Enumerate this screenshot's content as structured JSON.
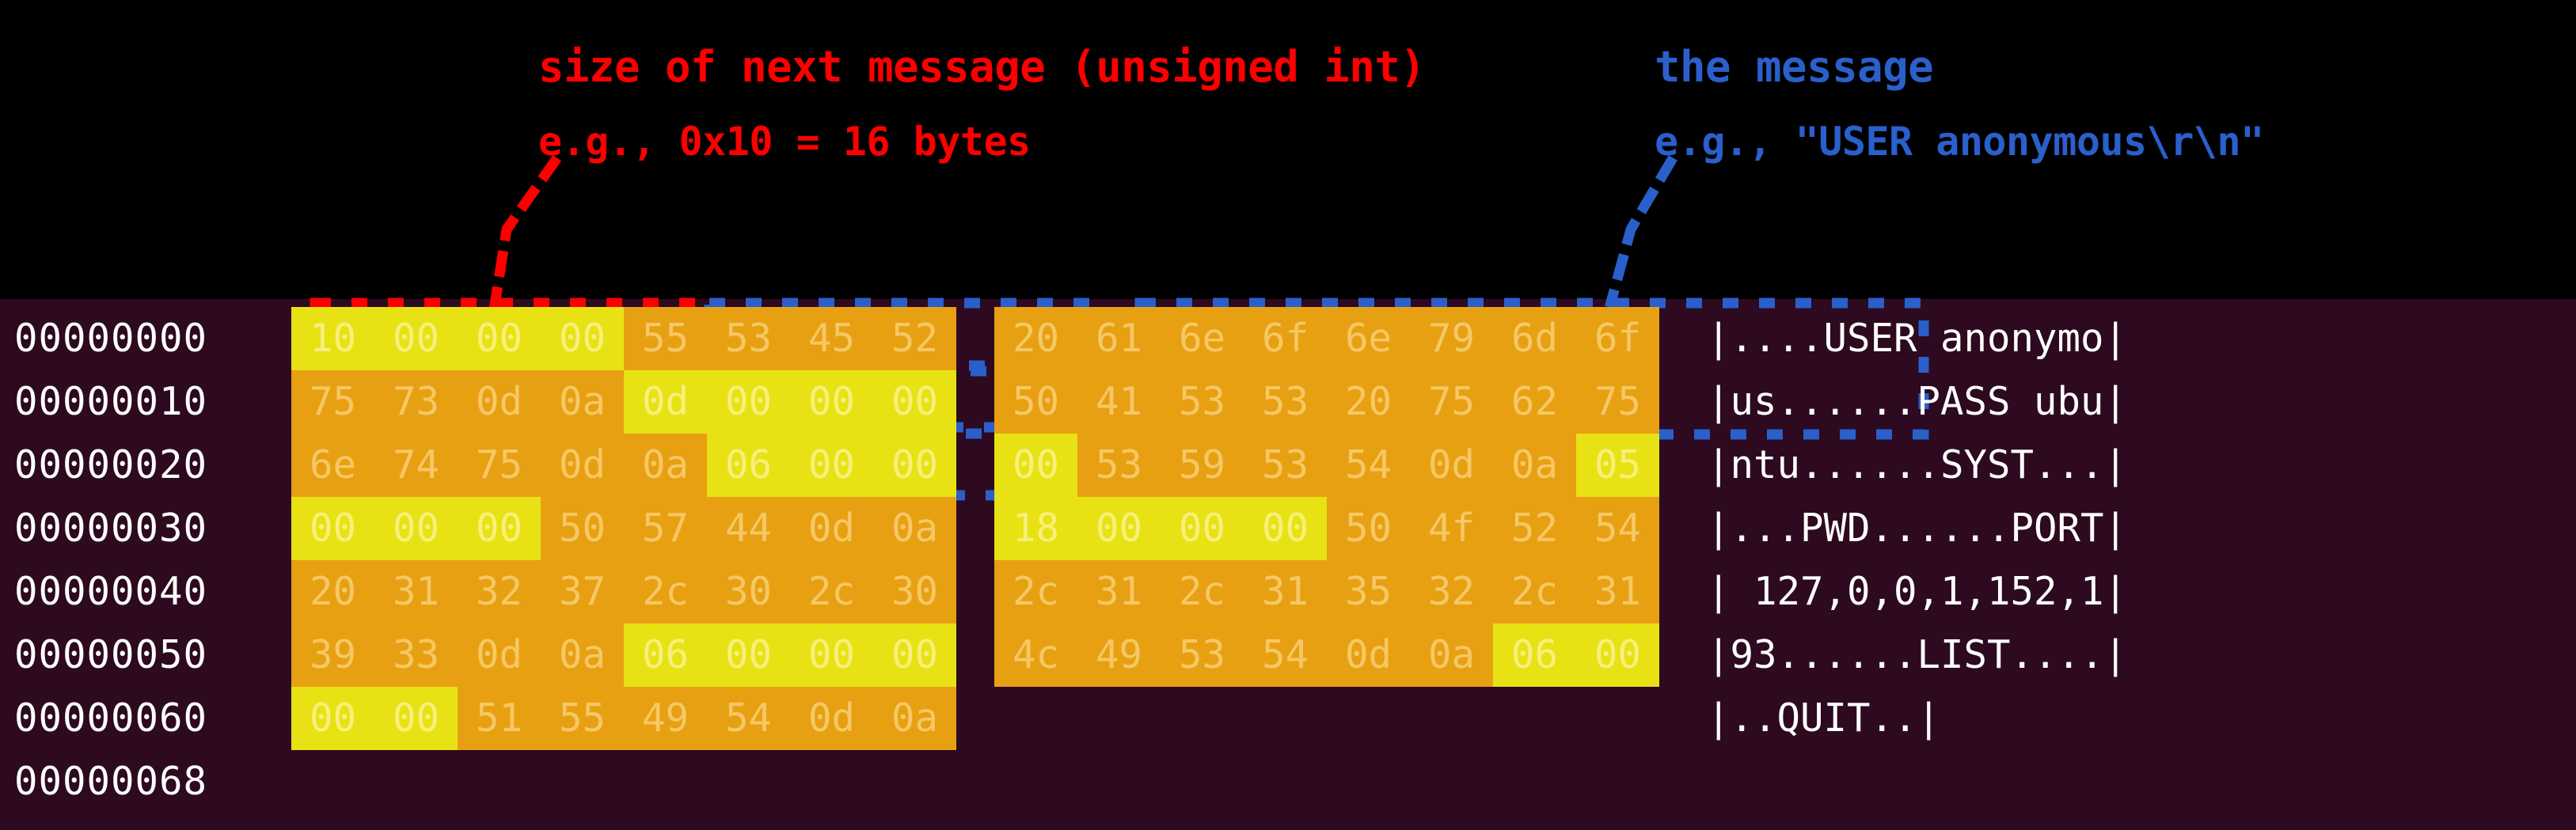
{
  "annotations": {
    "length_note": {
      "line1": "size of next message (unsigned int)",
      "line2": "e.g., 0x10 = 16 bytes",
      "color": "#ff0000"
    },
    "message_note": {
      "line1": "the message",
      "line2": "e.g., \"USER anonymous\\r\\n\"",
      "color": "#2a5fcc"
    }
  },
  "colors": {
    "background": "#2d0a1f",
    "top_background": "#000000",
    "length_highlight": "#e8e215",
    "length_text": "#f7f07a",
    "message_highlight": "#e8a013",
    "message_text": "#f6c865",
    "offset_text": "#ffffff",
    "ascii_text": "#ffffff",
    "red_annotation": "#ff0000",
    "blue_annotation": "#2a5fcc"
  },
  "hexdump": {
    "rows": [
      {
        "offset": "00000000",
        "bytes_left": [
          "10",
          "00",
          "00",
          "00",
          "55",
          "53",
          "45",
          "52"
        ],
        "marks_left": [
          "len",
          "len",
          "len",
          "len",
          "msg",
          "msg",
          "msg",
          "msg"
        ],
        "bytes_right": [
          "20",
          "61",
          "6e",
          "6f",
          "6e",
          "79",
          "6d",
          "6f"
        ],
        "marks_right": [
          "msg",
          "msg",
          "msg",
          "msg",
          "msg",
          "msg",
          "msg",
          "msg"
        ],
        "ascii": "|....USER anonymo|"
      },
      {
        "offset": "00000010",
        "bytes_left": [
          "75",
          "73",
          "0d",
          "0a",
          "0d",
          "00",
          "00",
          "00"
        ],
        "marks_left": [
          "msg",
          "msg",
          "msg",
          "msg",
          "len",
          "len",
          "len",
          "len"
        ],
        "bytes_right": [
          "50",
          "41",
          "53",
          "53",
          "20",
          "75",
          "62",
          "75"
        ],
        "marks_right": [
          "msg",
          "msg",
          "msg",
          "msg",
          "msg",
          "msg",
          "msg",
          "msg"
        ],
        "ascii": "|us......PASS ubu|"
      },
      {
        "offset": "00000020",
        "bytes_left": [
          "6e",
          "74",
          "75",
          "0d",
          "0a",
          "06",
          "00",
          "00"
        ],
        "marks_left": [
          "msg",
          "msg",
          "msg",
          "msg",
          "msg",
          "len",
          "len",
          "len"
        ],
        "bytes_right": [
          "00",
          "53",
          "59",
          "53",
          "54",
          "0d",
          "0a",
          "05"
        ],
        "marks_right": [
          "len",
          "msg",
          "msg",
          "msg",
          "msg",
          "msg",
          "msg",
          "len"
        ],
        "ascii": "|ntu......SYST...|"
      },
      {
        "offset": "00000030",
        "bytes_left": [
          "00",
          "00",
          "00",
          "50",
          "57",
          "44",
          "0d",
          "0a"
        ],
        "marks_left": [
          "len",
          "len",
          "len",
          "msg",
          "msg",
          "msg",
          "msg",
          "msg"
        ],
        "bytes_right": [
          "18",
          "00",
          "00",
          "00",
          "50",
          "4f",
          "52",
          "54"
        ],
        "marks_right": [
          "len",
          "len",
          "len",
          "len",
          "msg",
          "msg",
          "msg",
          "msg"
        ],
        "ascii": "|...PWD......PORT|"
      },
      {
        "offset": "00000040",
        "bytes_left": [
          "20",
          "31",
          "32",
          "37",
          "2c",
          "30",
          "2c",
          "30"
        ],
        "marks_left": [
          "msg",
          "msg",
          "msg",
          "msg",
          "msg",
          "msg",
          "msg",
          "msg"
        ],
        "bytes_right": [
          "2c",
          "31",
          "2c",
          "31",
          "35",
          "32",
          "2c",
          "31"
        ],
        "marks_right": [
          "msg",
          "msg",
          "msg",
          "msg",
          "msg",
          "msg",
          "msg",
          "msg"
        ],
        "ascii": "| 127,0,0,1,152,1|"
      },
      {
        "offset": "00000050",
        "bytes_left": [
          "39",
          "33",
          "0d",
          "0a",
          "06",
          "00",
          "00",
          "00"
        ],
        "marks_left": [
          "msg",
          "msg",
          "msg",
          "msg",
          "len",
          "len",
          "len",
          "len"
        ],
        "bytes_right": [
          "4c",
          "49",
          "53",
          "54",
          "0d",
          "0a",
          "06",
          "00"
        ],
        "marks_right": [
          "msg",
          "msg",
          "msg",
          "msg",
          "msg",
          "msg",
          "len",
          "len"
        ],
        "ascii": "|93......LIST....|"
      },
      {
        "offset": "00000060",
        "bytes_left": [
          "00",
          "00",
          "51",
          "55",
          "49",
          "54",
          "0d",
          "0a"
        ],
        "marks_left": [
          "len",
          "len",
          "msg",
          "msg",
          "msg",
          "msg",
          "msg",
          "msg"
        ],
        "bytes_right": [],
        "marks_right": [],
        "ascii": "|..QUIT..|"
      }
    ],
    "end_offset": "00000068"
  }
}
